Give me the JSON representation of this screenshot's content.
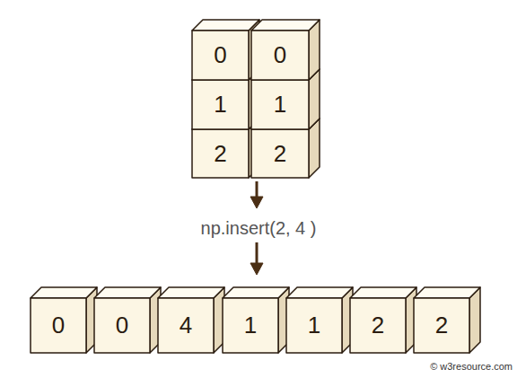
{
  "diagram": {
    "nodes": [
      {
        "text": [
          "0"
        ]
      },
      {
        "text": [
          "0"
        ]
      },
      {
        "text": [
          "1"
        ]
      },
      {
        "text": [
          "1"
        ]
      },
      {
        "text": [
          "2"
        ]
      },
      {
        "text": [
          "2"
        ]
      },
      {
        "text": [
          "0"
        ]
      },
      {
        "text": [
          "0"
        ]
      },
      {
        "text": [
          "4"
        ]
      },
      {
        "text": [
          "1"
        ]
      },
      {
        "text": [
          "1"
        ]
      },
      {
        "text": [
          "2"
        ]
      },
      {
        "text": [
          "2"
        ]
      }
    ],
    "labels": [
      "np.insert(2, 4 )",
      "© w3resource.com"
    ]
  }
}
